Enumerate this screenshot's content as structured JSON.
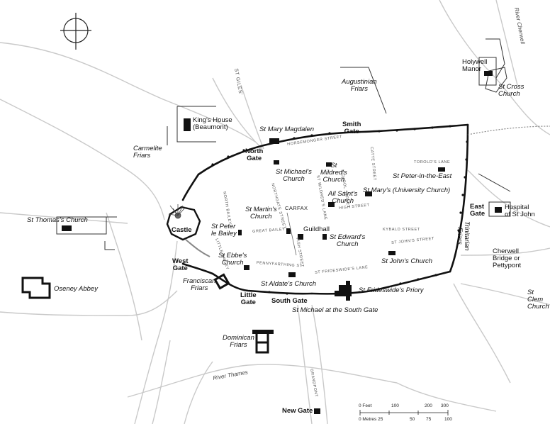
{
  "labels": {
    "st_giles": "ST GILES'",
    "augustinian_friars": "Augustinian\nFriars",
    "holywell_manor": "Holywell\nManor",
    "st_cross_church": "St Cross\nChurch",
    "river_cherwell": "River Cherwell",
    "kings_house": "King's House\n(Beaumont)",
    "carmelite_friars": "Carmelite\nFriars",
    "st_mary_magdalen": "St Mary Magdalen",
    "smith_gate": "Smith\nGate",
    "north_gate": "North\nGate",
    "horsemonger_street": "HORSEMONGER STREET",
    "st_michaels_church": "St Michael's\nChurch",
    "st_mildreds_church": "St\nMildred's\nChurch",
    "torolds_lane": "TOROLD'S LANE",
    "st_peter_in_the_east": "St Peter-in-the-East",
    "st_marys": "St Mary's (University Church)",
    "all_saints": "All Saint's\nChurch",
    "st_martins": "St Martin's\nChurch",
    "carfax": "CARFAX",
    "high_street": "HIGH STREET",
    "st_thomas": "St Thomas's Church",
    "castle": "Castle",
    "st_peter_le_bailey": "St Peter\nle Bailey",
    "great_bailey": "GREAT BAILEY",
    "guildhall": "Guildhall",
    "st_edwards": "St Edward's\nChurch",
    "kybald_street": "KYBALD STREET",
    "st_johns_street": "ST JOHN'S STREET",
    "st_johns_church": "St John's Church",
    "east_gate": "East\nGate",
    "hospital_st_john": "Hospital\nof St John",
    "trinitarian_friars": "Trinitarian\nFriars",
    "cherwell_bridge": "Cherwell\nBridge or\nPettypont",
    "st_clements": "St Clem\nChurch",
    "west_gate": "West\nGate",
    "st_ebbes": "St Ebbe's\nChurch",
    "pennyfarthing": "PENNYFARTHING ST",
    "st_frideswides_lane": "ST FRIDESWIDE'S LANE",
    "franciscan_friars": "Franciscan\nFriars",
    "st_aldates": "St Aldate's Church",
    "st_frideswides_priory": "St Frideswide's Priory",
    "oseney_abbey": "Oseney Abbey",
    "little_gate": "Little\nGate",
    "south_gate": "South Gate",
    "st_michael_south_gate": "St Michael at the South Gate",
    "dominican_friars": "Dominican\nFriars",
    "river_thames": "River Thames",
    "new_gate": "New Gate",
    "north_bailey": "NORTH BAILEY",
    "little_bailey": "LITTLE BAILEY",
    "northgate_street": "NORTHGATE STREET",
    "st_mildreds_lane": "ST MILDRED'S LANE",
    "school_street": "SCHOOL STREET",
    "cattle_street": "CATTE STREET",
    "fish_street": "FISH STREET",
    "grandpont": "GRANDPONT"
  },
  "scale": {
    "feet_label": "0 Feet",
    "feet_ticks": [
      "100",
      "200",
      "300"
    ],
    "metres_label": "0 Metres 25",
    "metres_ticks": [
      "50",
      "75",
      "100"
    ]
  },
  "colors": {
    "wall": "#111111",
    "road": "#c8c8c8",
    "building": "#111111"
  }
}
